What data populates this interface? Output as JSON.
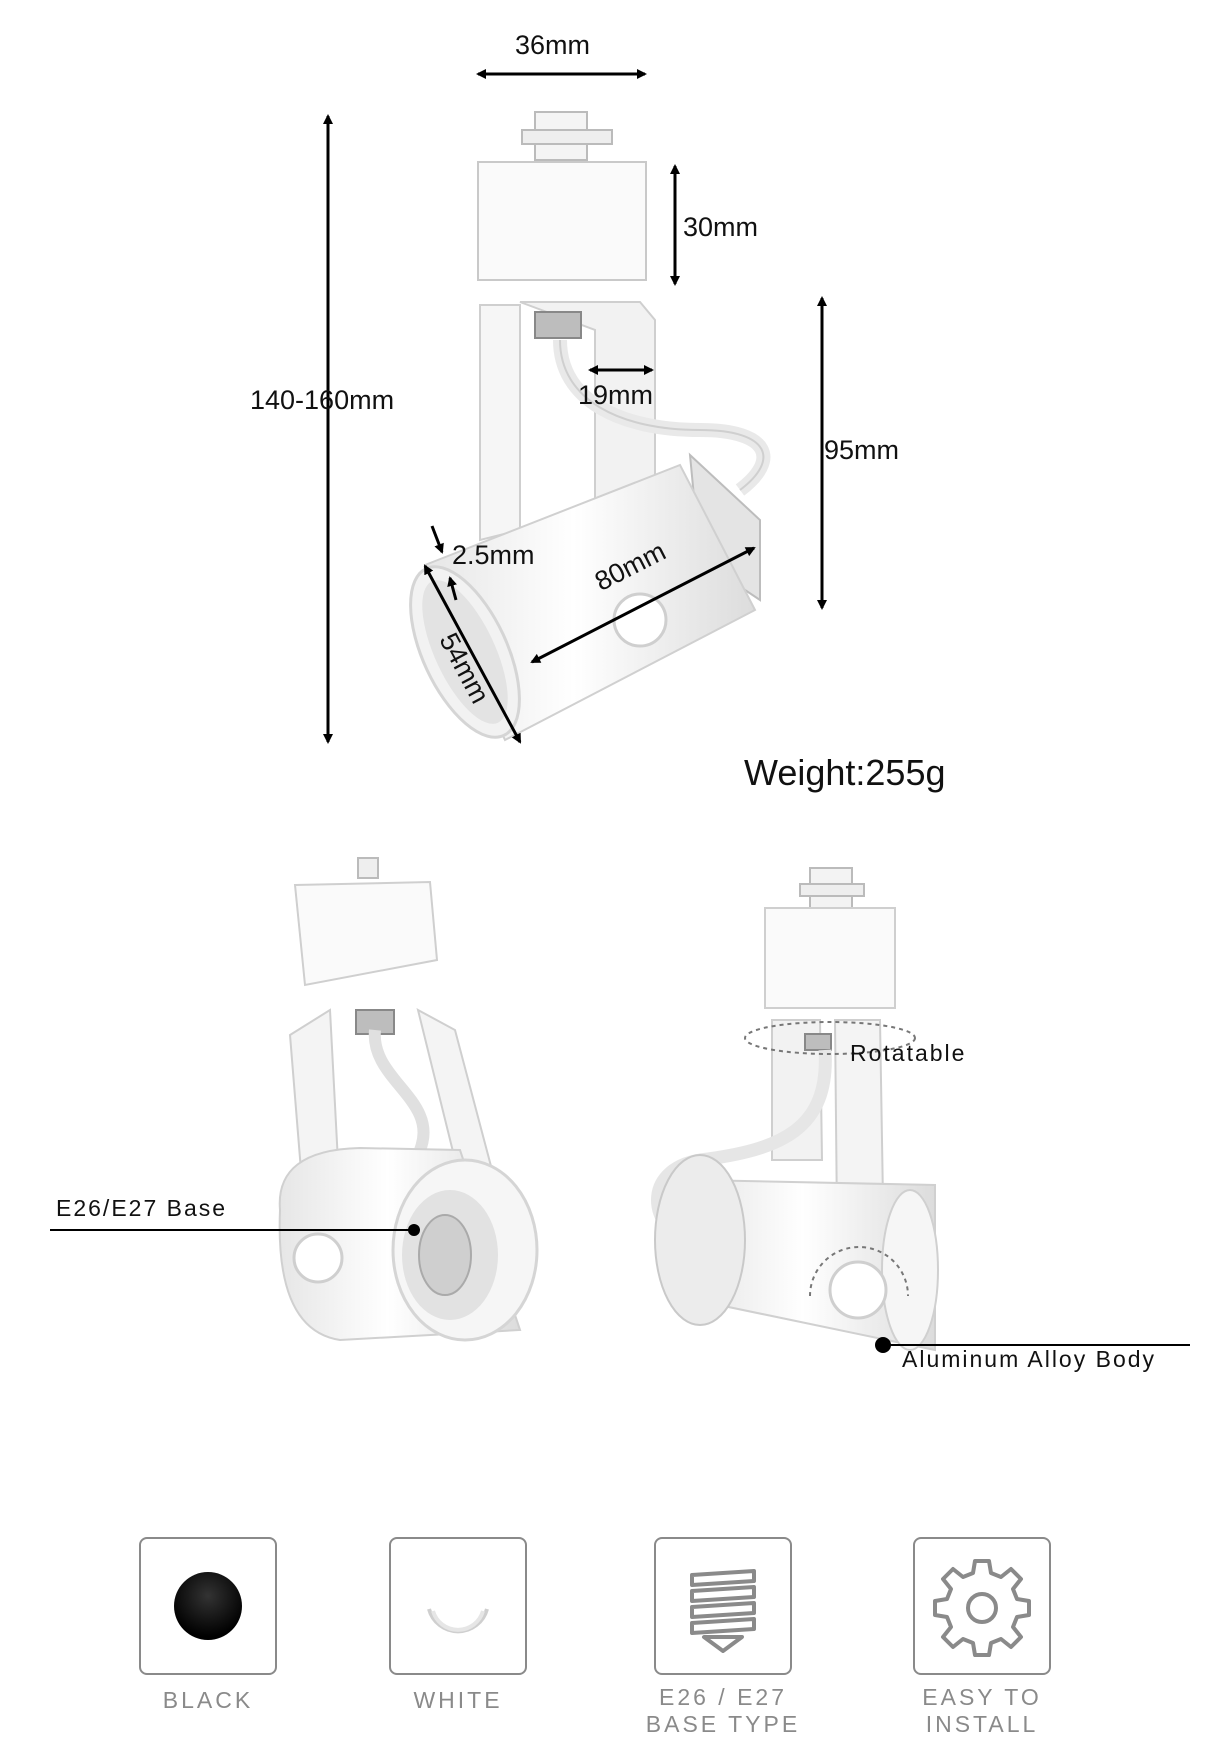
{
  "dimensions": {
    "width_top": "36mm",
    "adapter_height": "30mm",
    "total_height": "140-160mm",
    "arm_width": "19mm",
    "head_height": "95mm",
    "wall_thickness": "2.5mm",
    "length": "80mm",
    "diameter": "54mm"
  },
  "weight": "Weight:255g",
  "callouts": {
    "base": "E26/E27 Base",
    "rotatable": "Rotatable",
    "body": "Aluminum Alloy Body"
  },
  "features": [
    {
      "label": "BLACK",
      "icon": "black-dot-icon"
    },
    {
      "label": "WHITE",
      "icon": "white-dot-icon"
    },
    {
      "label_line1": "E26 / E27",
      "label_line2": "BASE TYPE",
      "icon": "screw-base-icon"
    },
    {
      "label_line1": "EASY TO",
      "label_line2": "INSTALL",
      "icon": "gear-icon"
    }
  ],
  "colors": {
    "black": "#000000",
    "white": "#ffffff",
    "icon_gray": "#8a8a8a"
  }
}
